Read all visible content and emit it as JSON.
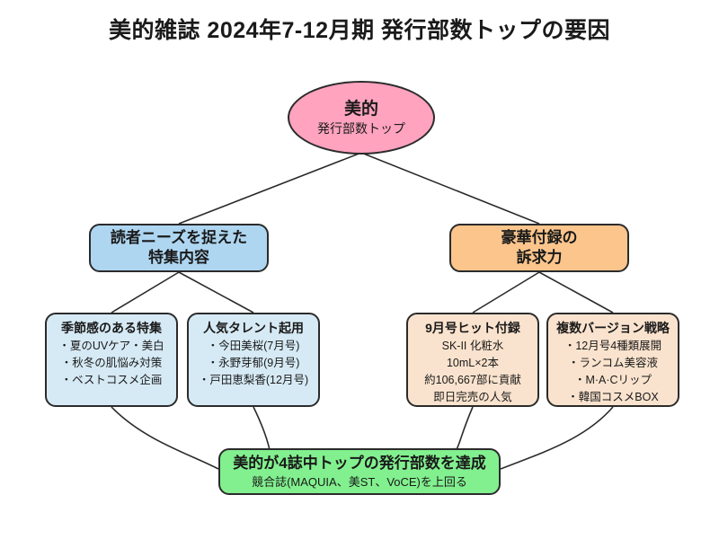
{
  "title": "美的雑誌 2024年7-12月期 発行部数トップの要因",
  "colors": {
    "root_fill": "#ffa3bf",
    "branch_left_fill": "#aed6f1",
    "branch_right_fill": "#fbc58c",
    "detail_left_fill": "#d6eaf5",
    "detail_right_fill": "#fae3ce",
    "result_fill": "#82f08f",
    "stroke": "#2b2b2b",
    "text": "#1a1a1a",
    "background": "#ffffff"
  },
  "root": {
    "label": "美的",
    "sublabel": "発行部数トップ"
  },
  "branches": [
    {
      "line1": "読者ニーズを捉えた",
      "line2": "特集内容"
    },
    {
      "line1": "豪華付録の",
      "line2": "訴求力"
    }
  ],
  "details": [
    {
      "heading": "季節感のある特集",
      "items": [
        "・夏のUVケア・美白",
        "・秋冬の肌悩み対策",
        "・ベストコスメ企画",
        ""
      ]
    },
    {
      "heading": "人気タレント起用",
      "items": [
        "・今田美桜(7月号)",
        "・永野芽郁(9月号)",
        "・戸田恵梨香(12月号)",
        ""
      ]
    },
    {
      "heading": "9月号ヒット付録",
      "items": [
        "SK-II 化粧水",
        "10mL×2本",
        "約106,667部に貢献",
        "即日完売の人気"
      ]
    },
    {
      "heading": "複数バージョン戦略",
      "items": [
        "・12月号4種類展開",
        "・ランコム美容液",
        "・M·A·Cリップ",
        "・韓国コスメBOX"
      ]
    }
  ],
  "result": {
    "heading": "美的が4誌中トップの発行部数を達成",
    "sublabel": "競合誌(MAQUIA、美ST、VoCE)を上回る"
  }
}
